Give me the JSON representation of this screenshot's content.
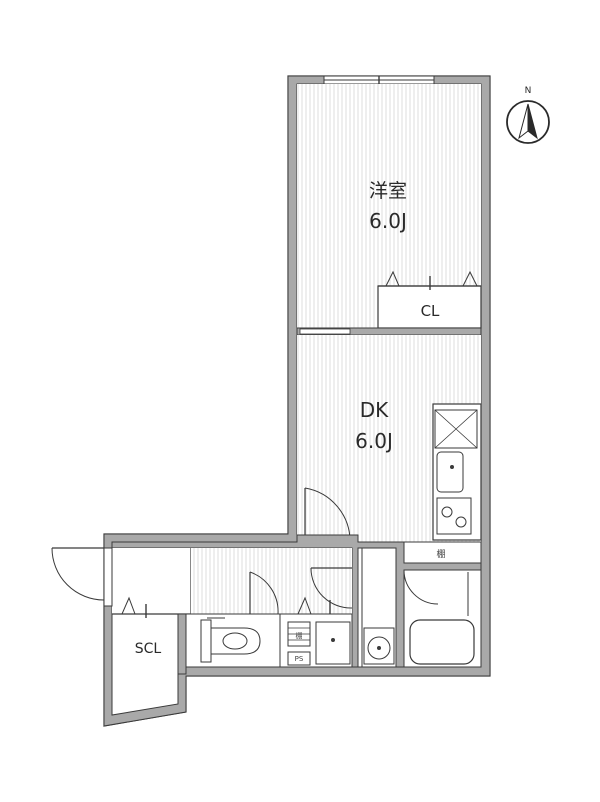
{
  "rooms": {
    "western": {
      "name": "洋室",
      "size": "6.0J"
    },
    "dk": {
      "name": "DK",
      "size": "6.0J"
    },
    "cl": {
      "name": "CL"
    },
    "scl": {
      "name": "SCL"
    }
  },
  "fixtures": {
    "shelf_kitchen": "棚",
    "shelf_wc": "棚",
    "ps": "PS"
  },
  "compass": {
    "label": "N"
  },
  "colors": {
    "wall": "#a9a9a9",
    "wall_stroke": "#3a3a3a",
    "floor_stripe": "#dcdcdc",
    "line": "#3a3a3a"
  }
}
